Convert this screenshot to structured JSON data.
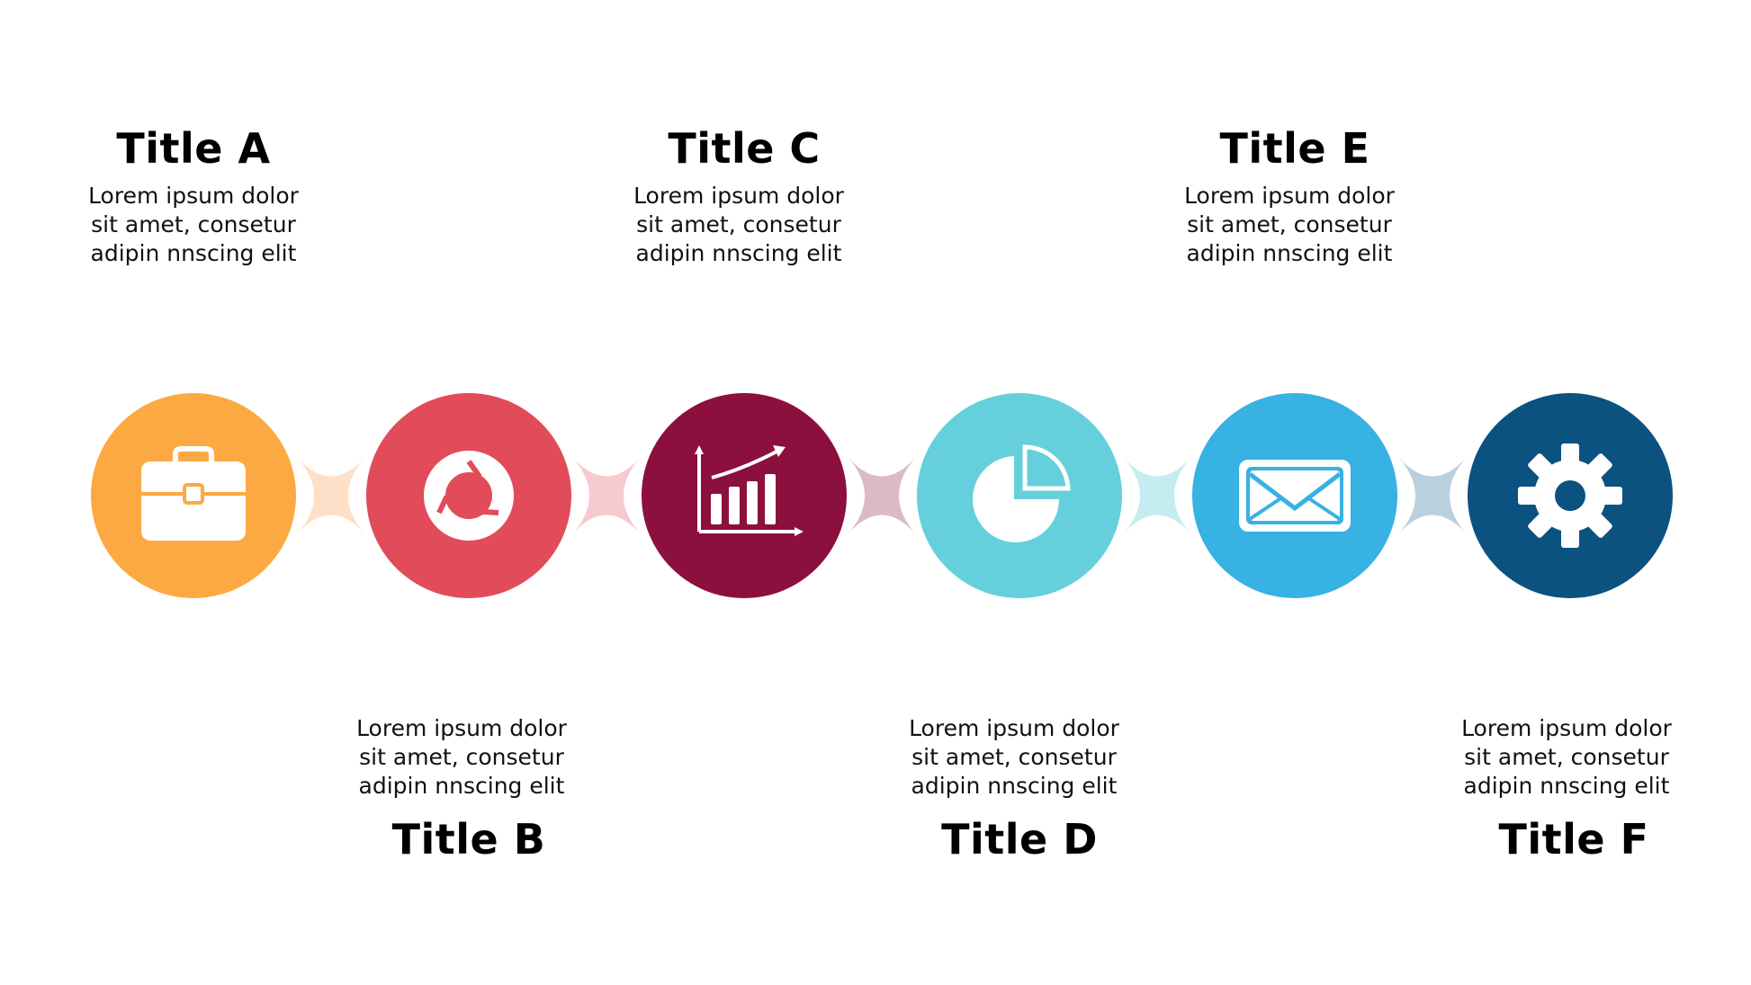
{
  "steps": [
    {
      "title": "Title A",
      "lines": [
        "Lorem ipsum dolor",
        "sit amet, consetur",
        "adipin nnscing elit"
      ],
      "color": "#FDA943",
      "connector_color": "#FEE0C8",
      "icon": "briefcase-icon"
    },
    {
      "title": "Title B",
      "lines": [
        "Lorem ipsum dolor",
        "sit amet, consetur",
        "adipin nnscing elit"
      ],
      "color": "#E24B59",
      "connector_color": "#F6CACF",
      "icon": "cycle-arrows-icon"
    },
    {
      "title": "Title C",
      "lines": [
        "Lorem ipsum dolor",
        "sit amet, consetur",
        "adipin nnscing elit"
      ],
      "color": "#8C103D",
      "connector_color": "#DDB9C7",
      "icon": "bar-chart-icon"
    },
    {
      "title": "Title D",
      "lines": [
        "Lorem ipsum dolor",
        "sit amet, consetur",
        "adipin nnscing elit"
      ],
      "color": "#65D0DB",
      "connector_color": "#C4EDF2",
      "icon": "pie-chart-icon"
    },
    {
      "title": "Title E",
      "lines": [
        "Lorem ipsum dolor",
        "sit amet, consetur",
        "adipin nnscing elit"
      ],
      "color": "#38B1E3",
      "connector_color": "#B9D0DE",
      "icon": "envelope-icon"
    },
    {
      "title": "Title F",
      "lines": [
        "Lorem ipsum dolor",
        "sit amet, consetur",
        "adipin nnscing elit"
      ],
      "color": "#0B5281",
      "connector_color": null,
      "icon": "gear-icon"
    }
  ]
}
